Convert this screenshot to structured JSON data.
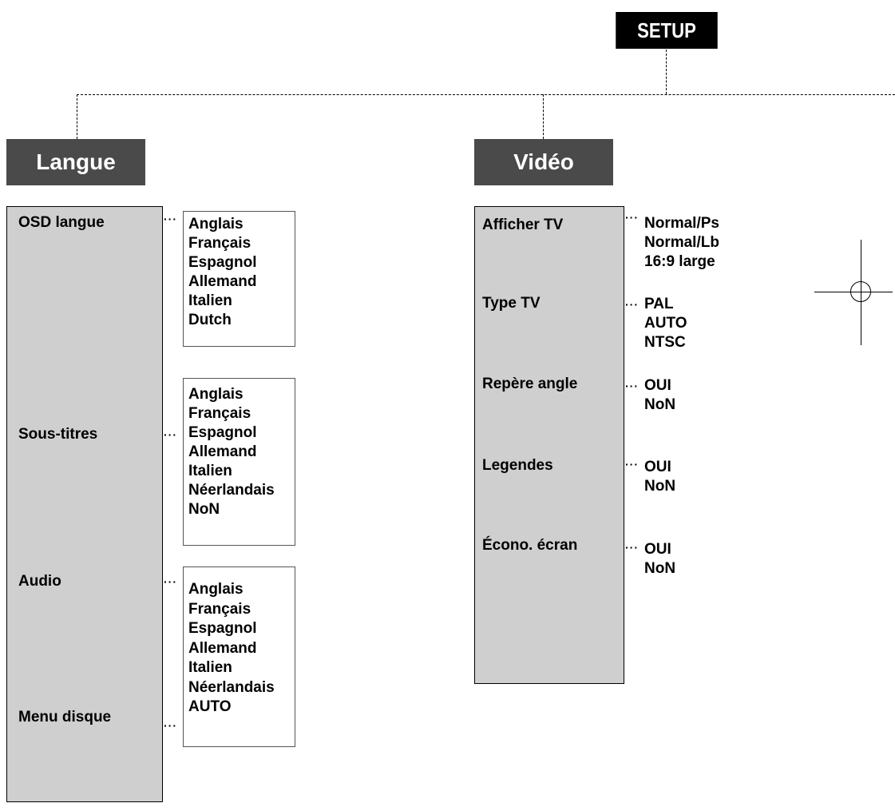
{
  "setup": {
    "title": "SETUP"
  },
  "langue": {
    "title": "Langue",
    "items": [
      {
        "label": "OSD langue",
        "options": [
          "Anglais",
          "Français",
          "Espagnol",
          "Allemand",
          "Italien",
          "Dutch"
        ]
      },
      {
        "label": "Sous-titres",
        "options": [
          "Anglais",
          "Français",
          "Espagnol",
          "Allemand",
          "Italien",
          "Néerlandais",
          "NoN"
        ]
      },
      {
        "label": "Audio"
      },
      {
        "label": "Menu disque"
      }
    ],
    "shared_options": [
      "Anglais",
      "Français",
      "Espagnol",
      "Allemand",
      "Italien",
      "Néerlandais",
      "AUTO"
    ]
  },
  "video": {
    "title": "Vidéo",
    "items": [
      {
        "label": "Afficher TV",
        "options": [
          "Normal/Ps",
          "Normal/Lb",
          "16:9 large"
        ]
      },
      {
        "label": "Type TV",
        "options": [
          "PAL",
          "AUTO",
          "NTSC"
        ]
      },
      {
        "label": "Repère angle",
        "options": [
          "OUI",
          "NoN"
        ]
      },
      {
        "label": "Legendes",
        "options": [
          "OUI",
          "NoN"
        ]
      },
      {
        "label": "Écono. écran",
        "options": [
          "OUI",
          "NoN"
        ]
      }
    ]
  }
}
